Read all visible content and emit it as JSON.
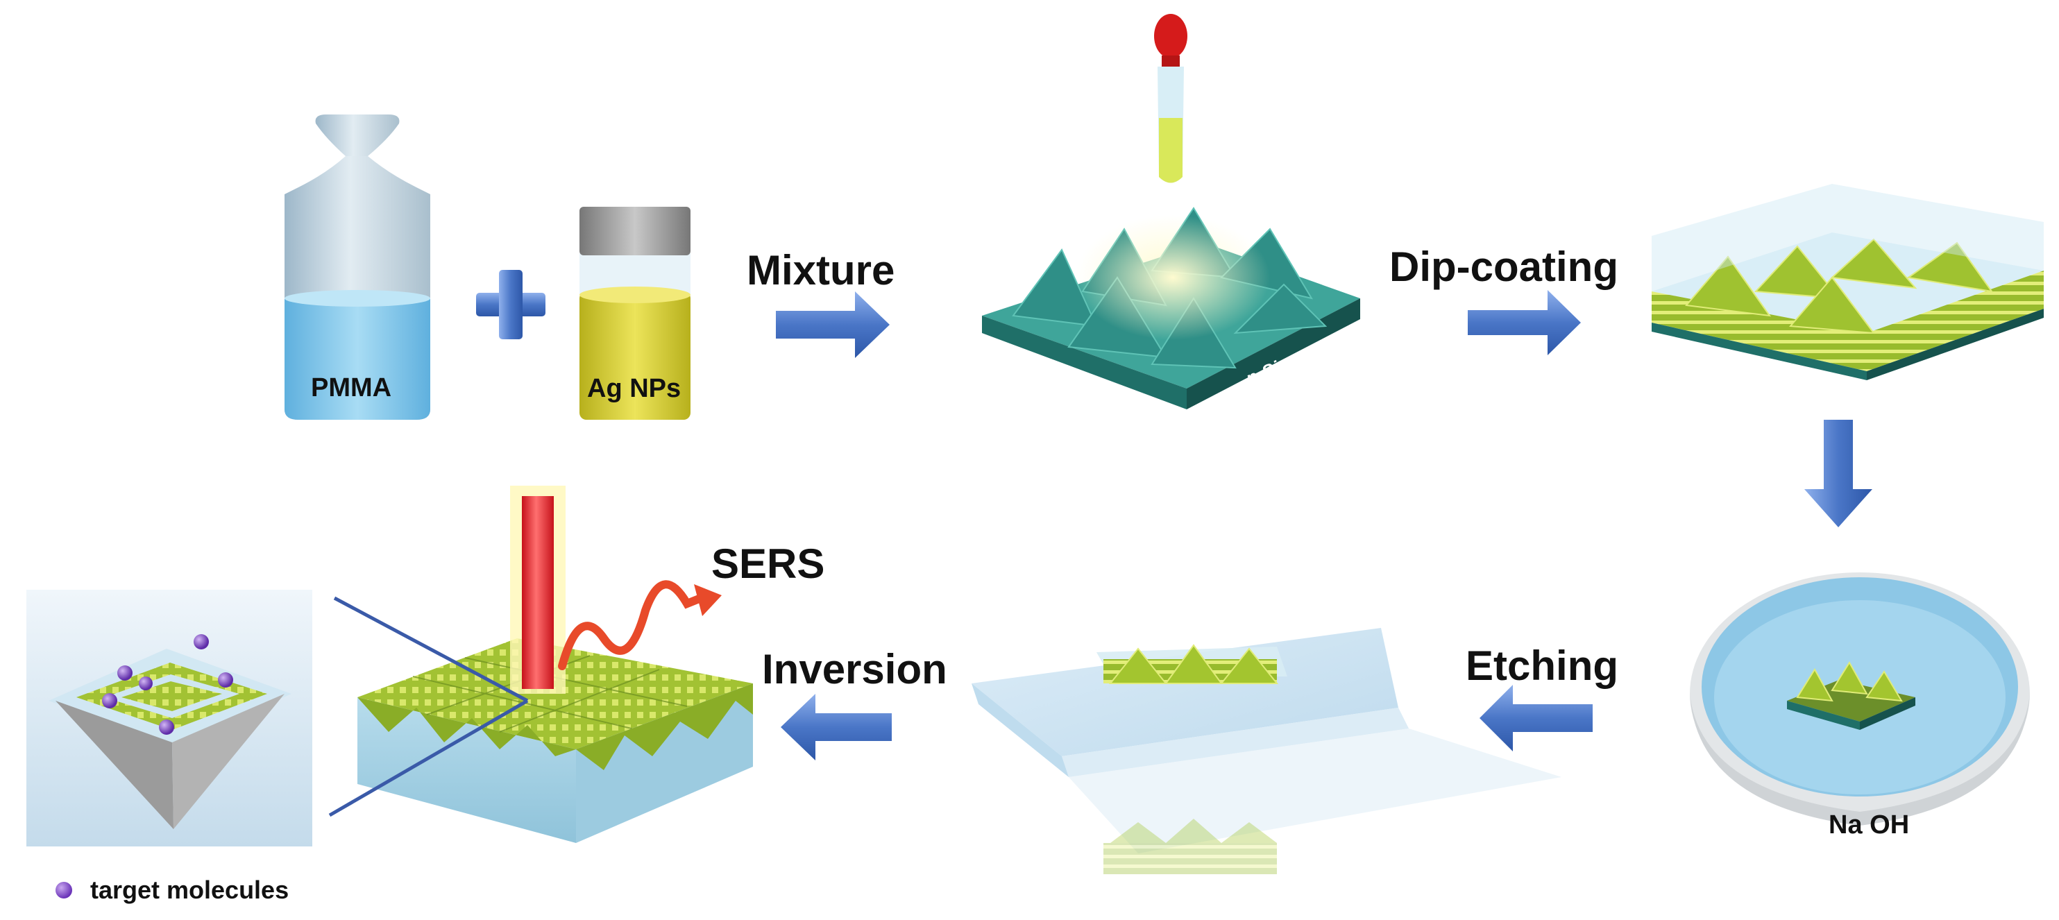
{
  "labels": {
    "pmma": "PMMA",
    "ag_nps": "Ag NPs",
    "mixture": "Mixture",
    "substrate": "p-Si substrate",
    "dip_coating": "Dip-coating",
    "naoh": "Na OH",
    "etching": "Etching",
    "inversion": "Inversion",
    "sers": "SERS",
    "legend": "target molecules"
  },
  "colors": {
    "arrow": "#4a76c7",
    "substrate": "#2f8f87",
    "film": "#a8c83a",
    "laser": "#e8242a",
    "molecule": "#7a3fc4",
    "liquid": "#7ec2e6",
    "ag_solution": "#d8cf2a"
  }
}
